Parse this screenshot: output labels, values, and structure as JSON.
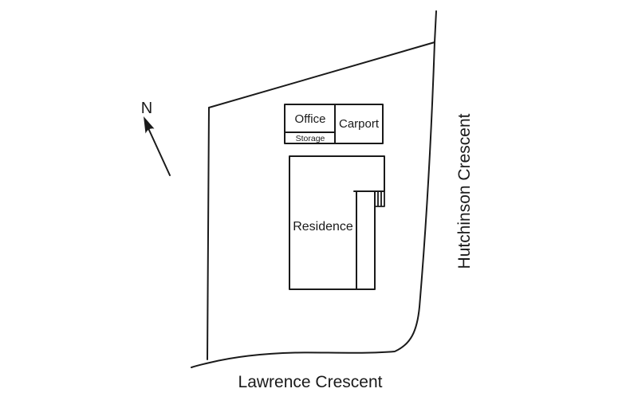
{
  "plan": {
    "north": {
      "label": "N"
    },
    "buildings": {
      "office": {
        "label": "Office"
      },
      "carport": {
        "label": "Carport"
      },
      "storage": {
        "label": "Storage"
      },
      "residence": {
        "label": "Residence"
      }
    },
    "streets": {
      "bottom": {
        "label": "Lawrence Crescent"
      },
      "right": {
        "label": "Hutchinson Crescent"
      }
    },
    "colors": {
      "ink": "#1a1a1a",
      "background": "#ffffff"
    }
  }
}
